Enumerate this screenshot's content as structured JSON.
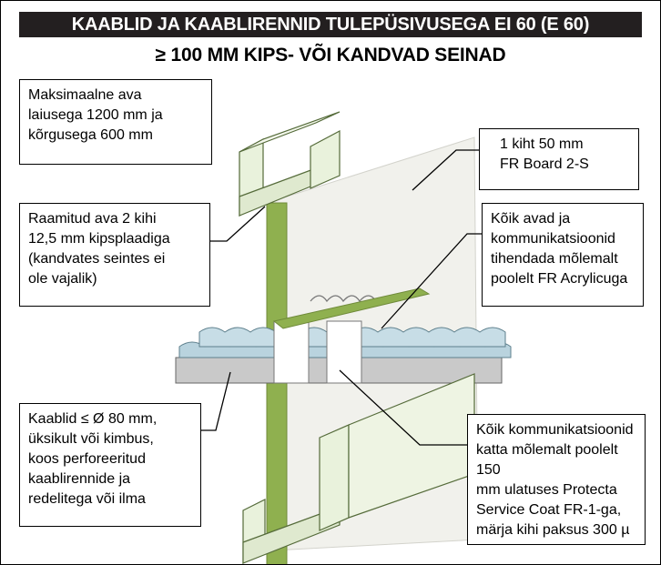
{
  "header": {
    "title": "KAABLID JA KAABLIRENNID TULEPÜSIVUSEGA EI 60 (E 60)",
    "subtitle": "≥ 100 MM KIPS- VÕI KANDVAD SEINAD"
  },
  "callouts": {
    "max_opening": "Maksimaalne ava\nlaiusega 1200 mm ja\nkõrgusega 600 mm",
    "fr_board": "1 kiht 50 mm\nFR Board 2-S",
    "framing": "Raamitud ava 2 kihi\n12,5 mm kipsplaadiga\n(kandvates seintes ei\nole vajalik)",
    "sealing": "Kõik avad ja\nkommunikatsioonid\ntihendada mõlemalt\npoolelt FR Acrylicuga",
    "cables": "Kaablid ≤ Ø 80 mm,\nüksikult või kimbus,\nkoos perforeeritud\nkaablirennide ja\nredelitega või ilma",
    "coating": "Kõik kommunikatsioonid\nkatta mõlemalt poolelt 150\nmm ulatuses Protecta\nService Coat FR-1-ga,\nmärja kihi paksus 300 µ"
  },
  "colors": {
    "title_bg": "#231f20",
    "wall": "#f1f1ec",
    "tray": "#e9f2dc",
    "board_edge": "#7fa24a",
    "cable": "#b9d3de",
    "tray_bottom": "#c9c9c9"
  }
}
